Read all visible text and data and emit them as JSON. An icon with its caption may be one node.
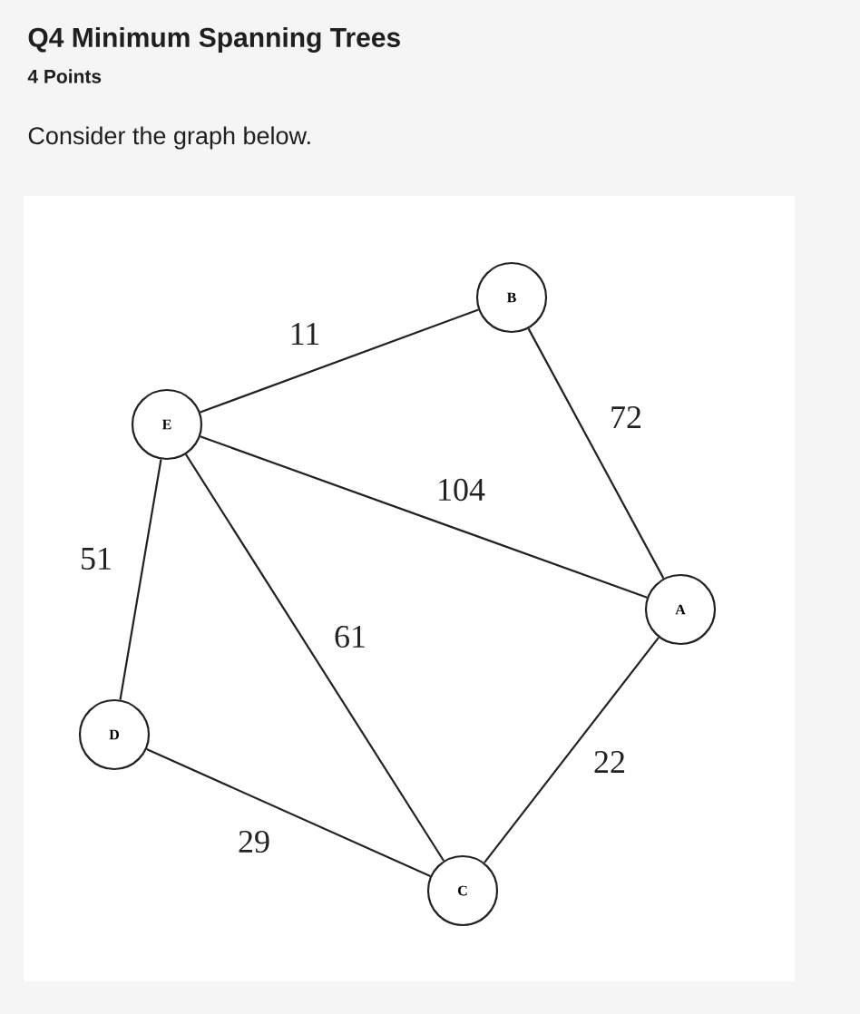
{
  "diagram": {
    "title": "Q4 Minimum Spanning Trees",
    "nodes": [
      {
        "text": [
          "B"
        ]
      },
      {
        "text": [
          "E"
        ]
      },
      {
        "text": [
          "A"
        ]
      },
      {
        "text": [
          "D"
        ]
      },
      {
        "text": [
          "C"
        ]
      }
    ],
    "edges": [
      {
        "from": 1,
        "to": 0,
        "arrow": "none",
        "label": "11"
      },
      {
        "from": 0,
        "to": 2,
        "arrow": "none",
        "label": "72"
      },
      {
        "from": 1,
        "to": 2,
        "arrow": "none",
        "label": "104"
      },
      {
        "from": 1,
        "to": 3,
        "arrow": "none",
        "label": "51"
      },
      {
        "from": 1,
        "to": 4,
        "arrow": "none",
        "label": "61"
      },
      {
        "from": 3,
        "to": 4,
        "arrow": "none",
        "label": "29"
      },
      {
        "from": 4,
        "to": 2,
        "arrow": "none",
        "label": "22"
      }
    ],
    "labels": [
      "4 Points",
      "Consider the graph below."
    ]
  }
}
